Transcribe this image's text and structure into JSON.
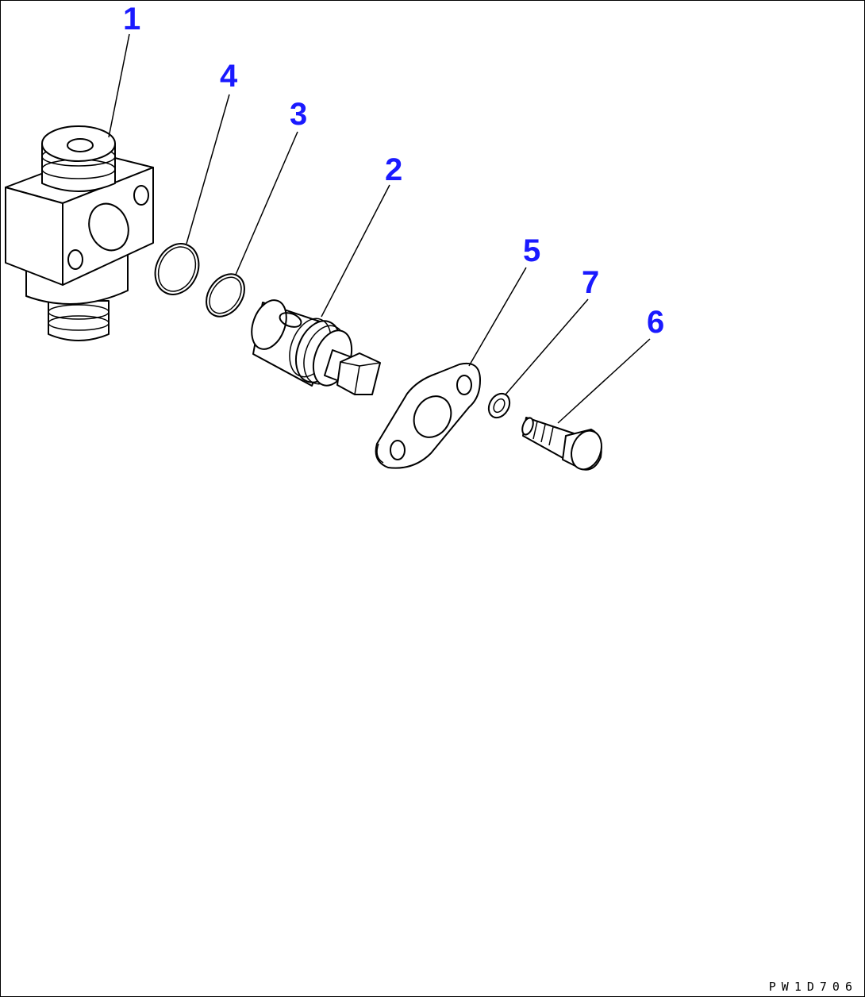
{
  "callouts": [
    {
      "id": "1",
      "label": "1"
    },
    {
      "id": "2",
      "label": "2"
    },
    {
      "id": "3",
      "label": "3"
    },
    {
      "id": "4",
      "label": "4"
    },
    {
      "id": "5",
      "label": "5"
    },
    {
      "id": "6",
      "label": "6"
    },
    {
      "id": "7",
      "label": "7"
    }
  ],
  "drawing_code": "PW1D706",
  "colors": {
    "callout": "#1a1aff",
    "line": "#000000",
    "background": "#ffffff"
  }
}
